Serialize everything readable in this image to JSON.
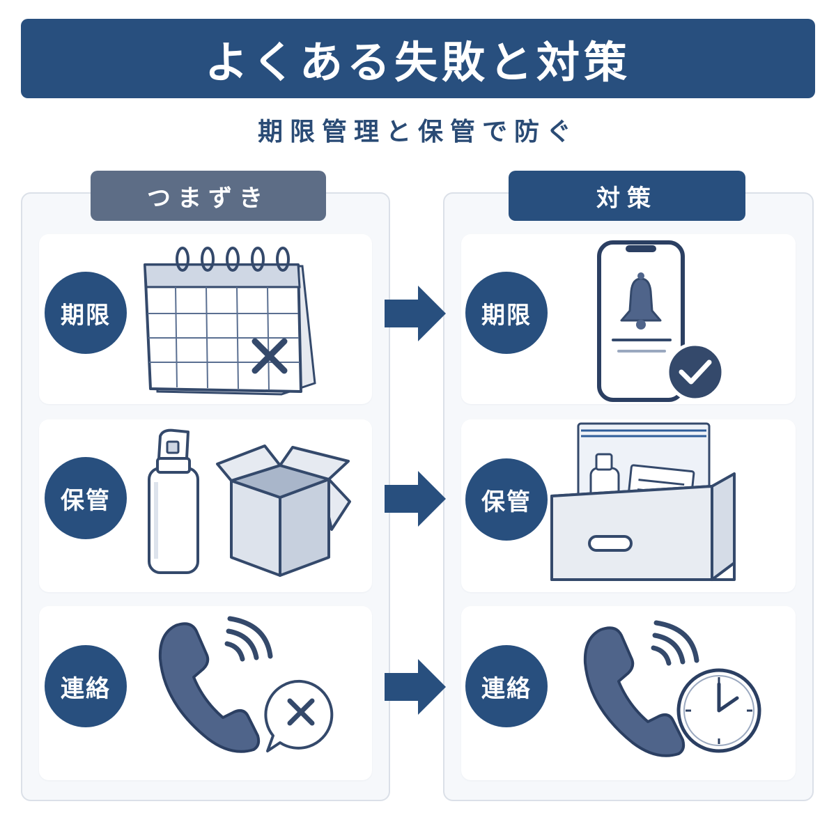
{
  "title": "よくある失敗と対策",
  "subtitle": "期限管理と保管で防ぐ",
  "left_panel": {
    "header": "つまずき",
    "rows": [
      {
        "badge": "期限",
        "icon": "calendar-x-icon"
      },
      {
        "badge": "保管",
        "icon": "spray-bottle-open-box-icon"
      },
      {
        "badge": "連絡",
        "icon": "phone-missed-icon"
      }
    ]
  },
  "right_panel": {
    "header": "対策",
    "rows": [
      {
        "badge": "期限",
        "icon": "phone-bell-check-icon"
      },
      {
        "badge": "保管",
        "icon": "storage-box-bag-icon"
      },
      {
        "badge": "連絡",
        "icon": "phone-clock-icon"
      }
    ]
  },
  "colors": {
    "navy": "#284f7e",
    "slate": "#5d6d86",
    "panel_bg": "#f6f8fb",
    "icon_stroke": "#34496b"
  }
}
